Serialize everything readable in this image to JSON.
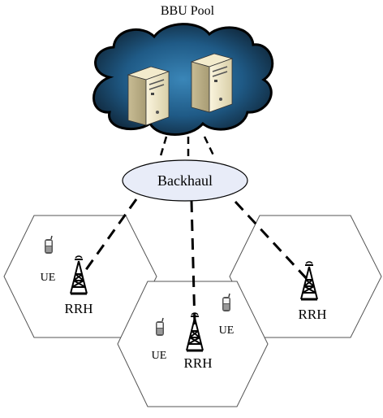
{
  "title": "BBU Pool",
  "backhaul_label": "Backhaul",
  "cells": [
    {
      "rrh_label": "RRH",
      "ue_labels": [
        "UE"
      ]
    },
    {
      "rrh_label": "RRH",
      "ue_labels": [
        "UE",
        "UE"
      ]
    },
    {
      "rrh_label": "RRH",
      "ue_labels": []
    }
  ],
  "icons": {
    "cloud": "cloud-icon",
    "server": "server-icon",
    "tower": "cell-tower-icon",
    "phone": "mobile-phone-icon"
  },
  "colors": {
    "cloud_dark": "#0e2233",
    "cloud_light": "#3a86b8",
    "backhaul_fill": "#e8ecf8",
    "server_body": "#efe6c8",
    "hex_stroke": "#555555"
  }
}
